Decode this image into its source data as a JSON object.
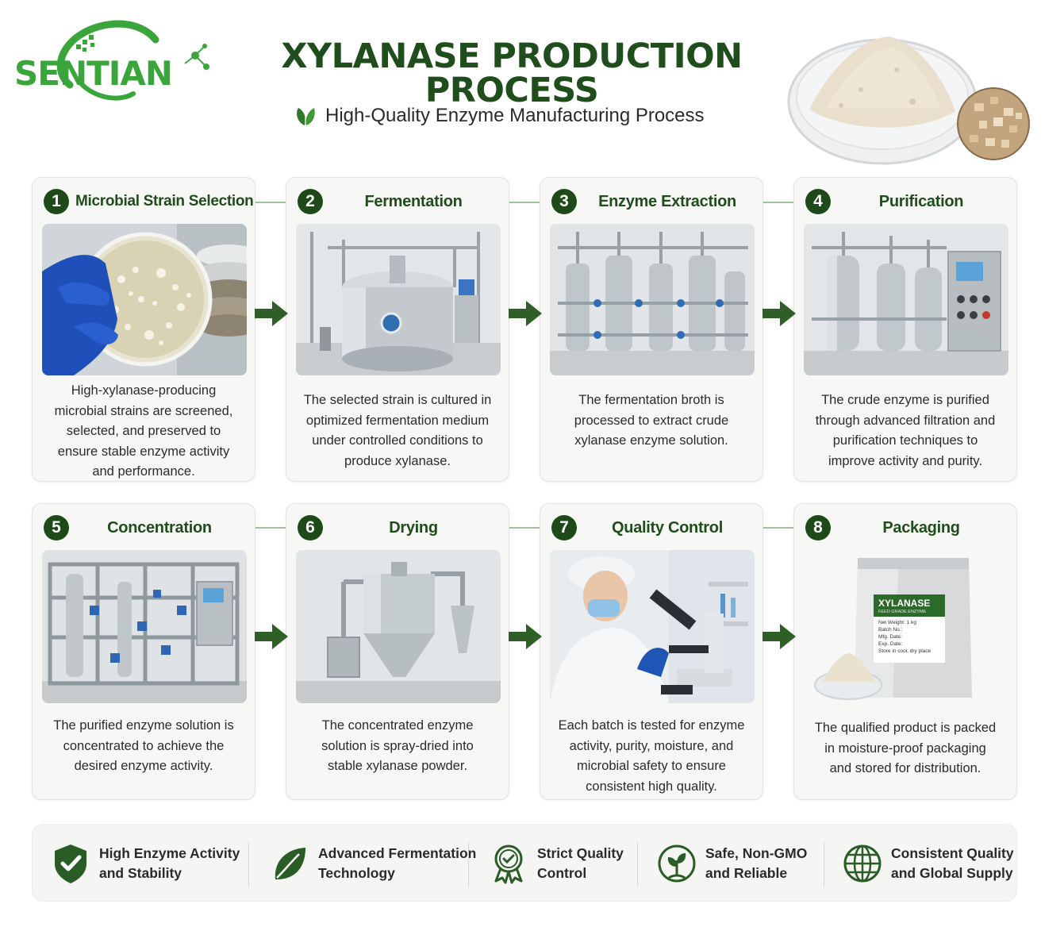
{
  "header": {
    "logo_text": "SENTIAN",
    "title": "XYLANASE PRODUCTION PROCESS",
    "subtitle": "High-Quality Enzyme Manufacturing Process"
  },
  "colors": {
    "brand_green": "#3aa53a",
    "dark_green": "#1e4a1a",
    "title_green": "#1f4d1b",
    "connector": "#9cc59a"
  },
  "steps": [
    {
      "number": "1",
      "title": "Microbial Strain Selection",
      "desc": [
        "High-xylanase-producing",
        "microbial strains are screened,",
        "selected, and preserved to",
        "ensure stable enzyme activity",
        "and performance."
      ]
    },
    {
      "number": "2",
      "title": "Fermentation",
      "desc": [
        "The selected strain is cultured in",
        "optimized fermentation medium",
        "under controlled conditions to",
        "produce xylanase."
      ]
    },
    {
      "number": "3",
      "title": "Enzyme Extraction",
      "desc": [
        "The fermentation broth is",
        "processed to extract crude",
        "xylanase enzyme solution."
      ]
    },
    {
      "number": "4",
      "title": "Purification",
      "desc": [
        "The crude enzyme is purified",
        "through advanced filtration and",
        "purification techniques to",
        "improve activity and purity."
      ]
    },
    {
      "number": "5",
      "title": "Concentration",
      "desc": [
        "The purified enzyme solution is",
        "concentrated to achieve the",
        "desired enzyme activity."
      ]
    },
    {
      "number": "6",
      "title": "Drying",
      "desc": [
        "The concentrated enzyme",
        "solution is spray-dried into",
        "stable xylanase powder."
      ]
    },
    {
      "number": "7",
      "title": "Quality Control",
      "desc": [
        "Each batch is tested for enzyme",
        "activity, purity, moisture, and",
        "microbial safety to ensure",
        "consistent high quality."
      ]
    },
    {
      "number": "8",
      "title": "Packaging",
      "desc": [
        "The qualified product is packed",
        "in moisture-proof packaging",
        "and stored for distribution."
      ]
    }
  ],
  "package_label": {
    "name": "XYLANASE",
    "grade": "FEED GRADE ENZYME",
    "net_weight": "Net Weight: 1 kg",
    "batch": "Batch No.:",
    "mfg": "Mfg. Date:",
    "exp": "Exp. Date:",
    "storage": "Store in cool, dry place"
  },
  "features": [
    {
      "icon": "shield-check-icon",
      "lines": [
        "High Enzyme Activity",
        "and Stability"
      ]
    },
    {
      "icon": "leaf-icon",
      "lines": [
        "Advanced Fermentation",
        "Technology"
      ]
    },
    {
      "icon": "quality-seal-icon",
      "lines": [
        "Strict Quality",
        "Control"
      ]
    },
    {
      "icon": "plant-circle-icon",
      "lines": [
        "Safe, Non-GMO",
        "and Reliable"
      ]
    },
    {
      "icon": "globe-icon",
      "lines": [
        "Consistent Quality",
        "and Global Supply"
      ]
    }
  ]
}
